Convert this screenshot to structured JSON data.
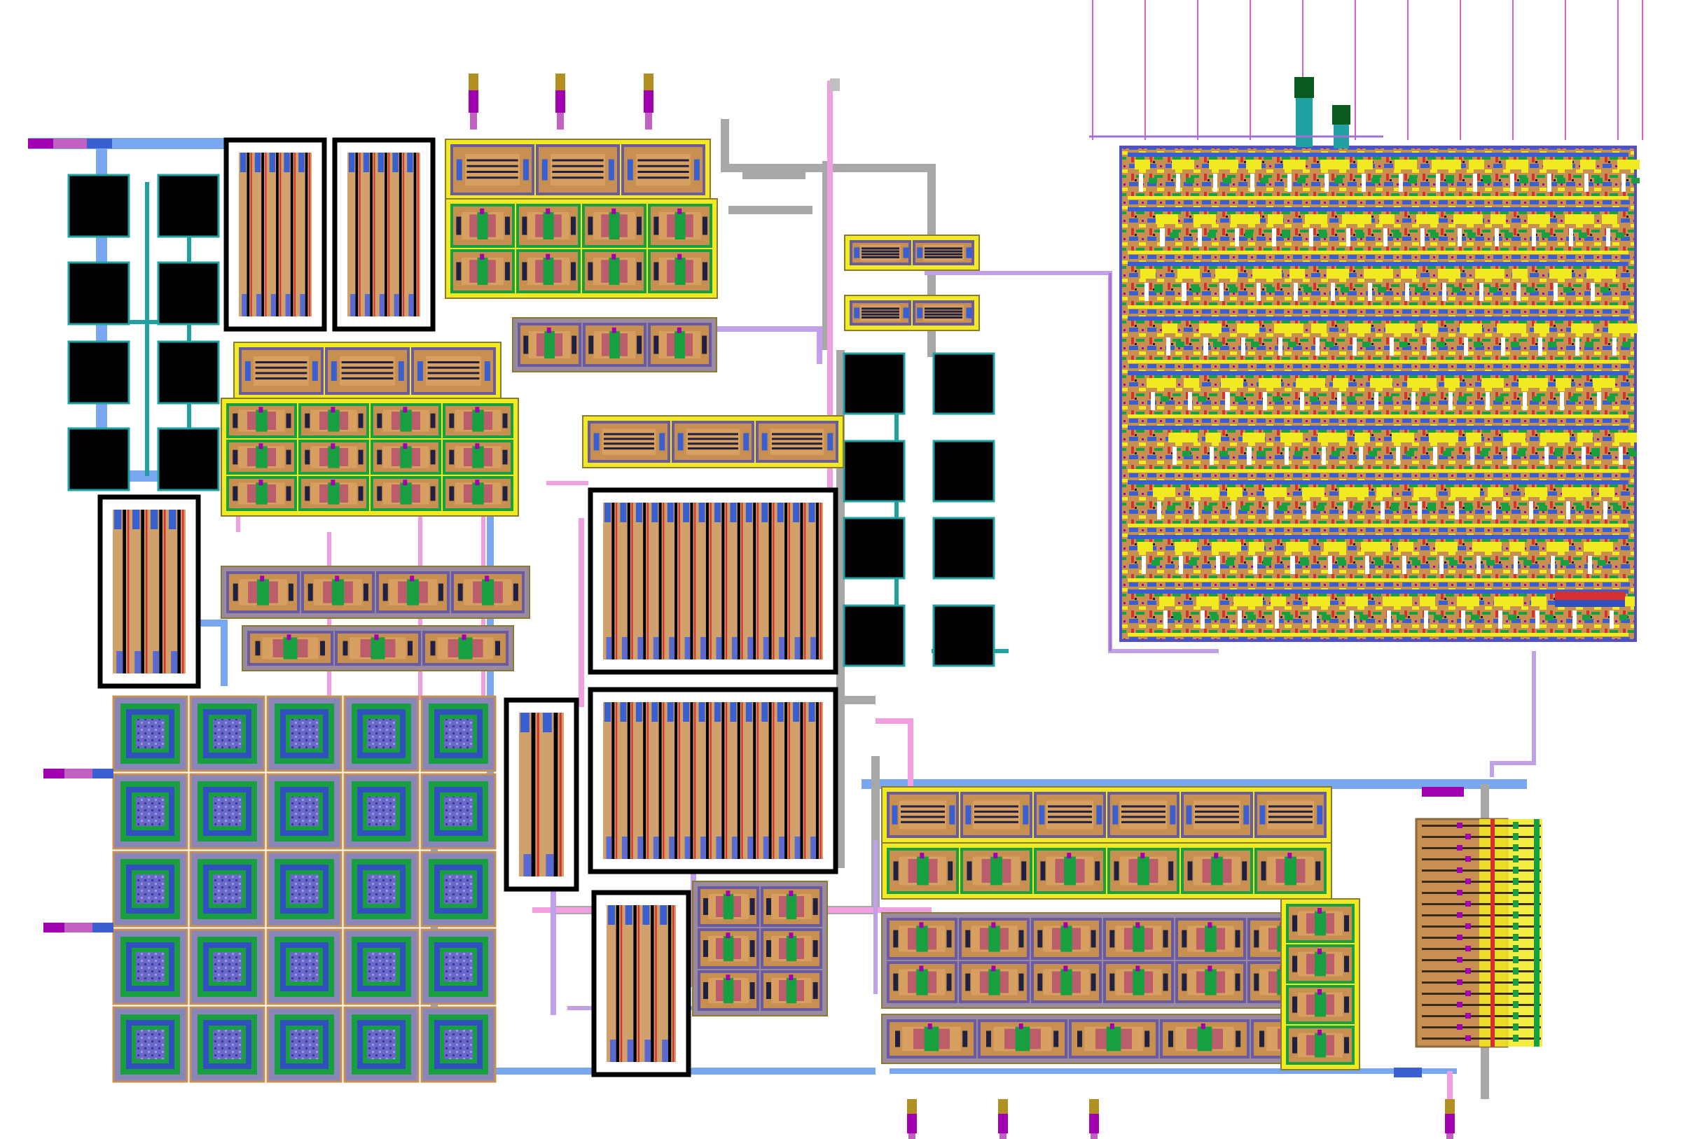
{
  "view": {
    "background": "#ffffff"
  },
  "palette": {
    "metal1_blue": "#3a5fd0",
    "metal2_lightblue": "#7aa8f0",
    "metal3_pink": "#f0a0e0",
    "metal4_lavender": "#c0a0e8",
    "poly_red": "#d83030",
    "diffusion_tan": "#c89050",
    "nwell_yellow": "#f2ea20",
    "implant_green": "#18a040",
    "via_magenta": "#a000b0",
    "teal": "#20a0a0",
    "grey_route": "#a8a8a8",
    "bond_pad_black": "#000000",
    "olive": "#b09020"
  },
  "layout_regions": [
    {
      "id": "pad-array-left",
      "kind": "bond-pads"
    },
    {
      "id": "pad-array-mid",
      "kind": "bond-pads"
    },
    {
      "id": "capacitor-array",
      "kind": "mom-capacitors"
    },
    {
      "id": "large-transistor-upper",
      "kind": "transistor-fingers"
    },
    {
      "id": "large-transistor-lower",
      "kind": "transistor-fingers"
    },
    {
      "id": "digital-block",
      "kind": "standard-cells"
    },
    {
      "id": "resistor-ladder",
      "kind": "resistor-array"
    }
  ]
}
